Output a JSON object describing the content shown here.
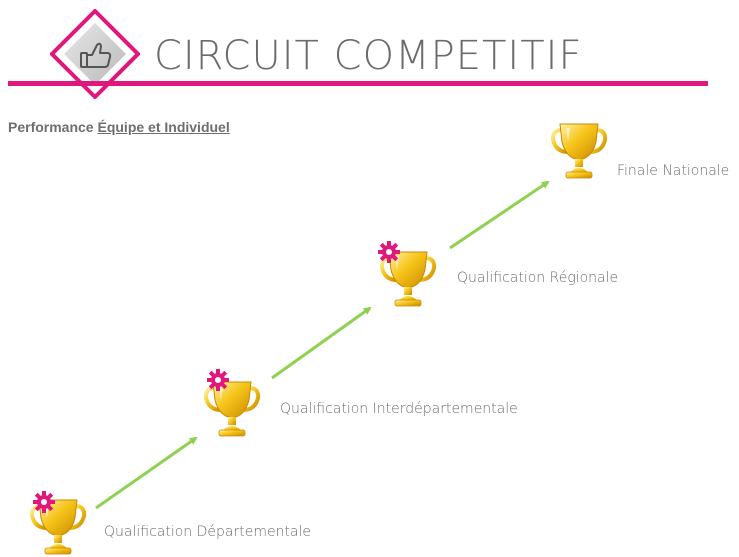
{
  "header": {
    "title": "CIRCUIT COMPETITIF",
    "logo_icon": "thumbs-up-icon",
    "accent_color": "#e0177d"
  },
  "subtitle": {
    "prefix": "Performance",
    "underlined": "Équipe et Individuel"
  },
  "stages": [
    {
      "label": "Qualification Départementale",
      "icon": "trophy-icon",
      "badge": "pink-gear-icon"
    },
    {
      "label": "Qualification Interdépartementale",
      "icon": "trophy-icon",
      "badge": "pink-gear-icon"
    },
    {
      "label": "Qualification Régionale",
      "icon": "trophy-icon",
      "badge": "pink-gear-icon"
    },
    {
      "label": "Finale Nationale",
      "icon": "trophy-icon",
      "badge": null
    }
  ],
  "colors": {
    "arrow": "#8fd14f",
    "trophy_gold": "#f2b705",
    "gear": "#e0177d",
    "text": "#6d6d6d"
  }
}
